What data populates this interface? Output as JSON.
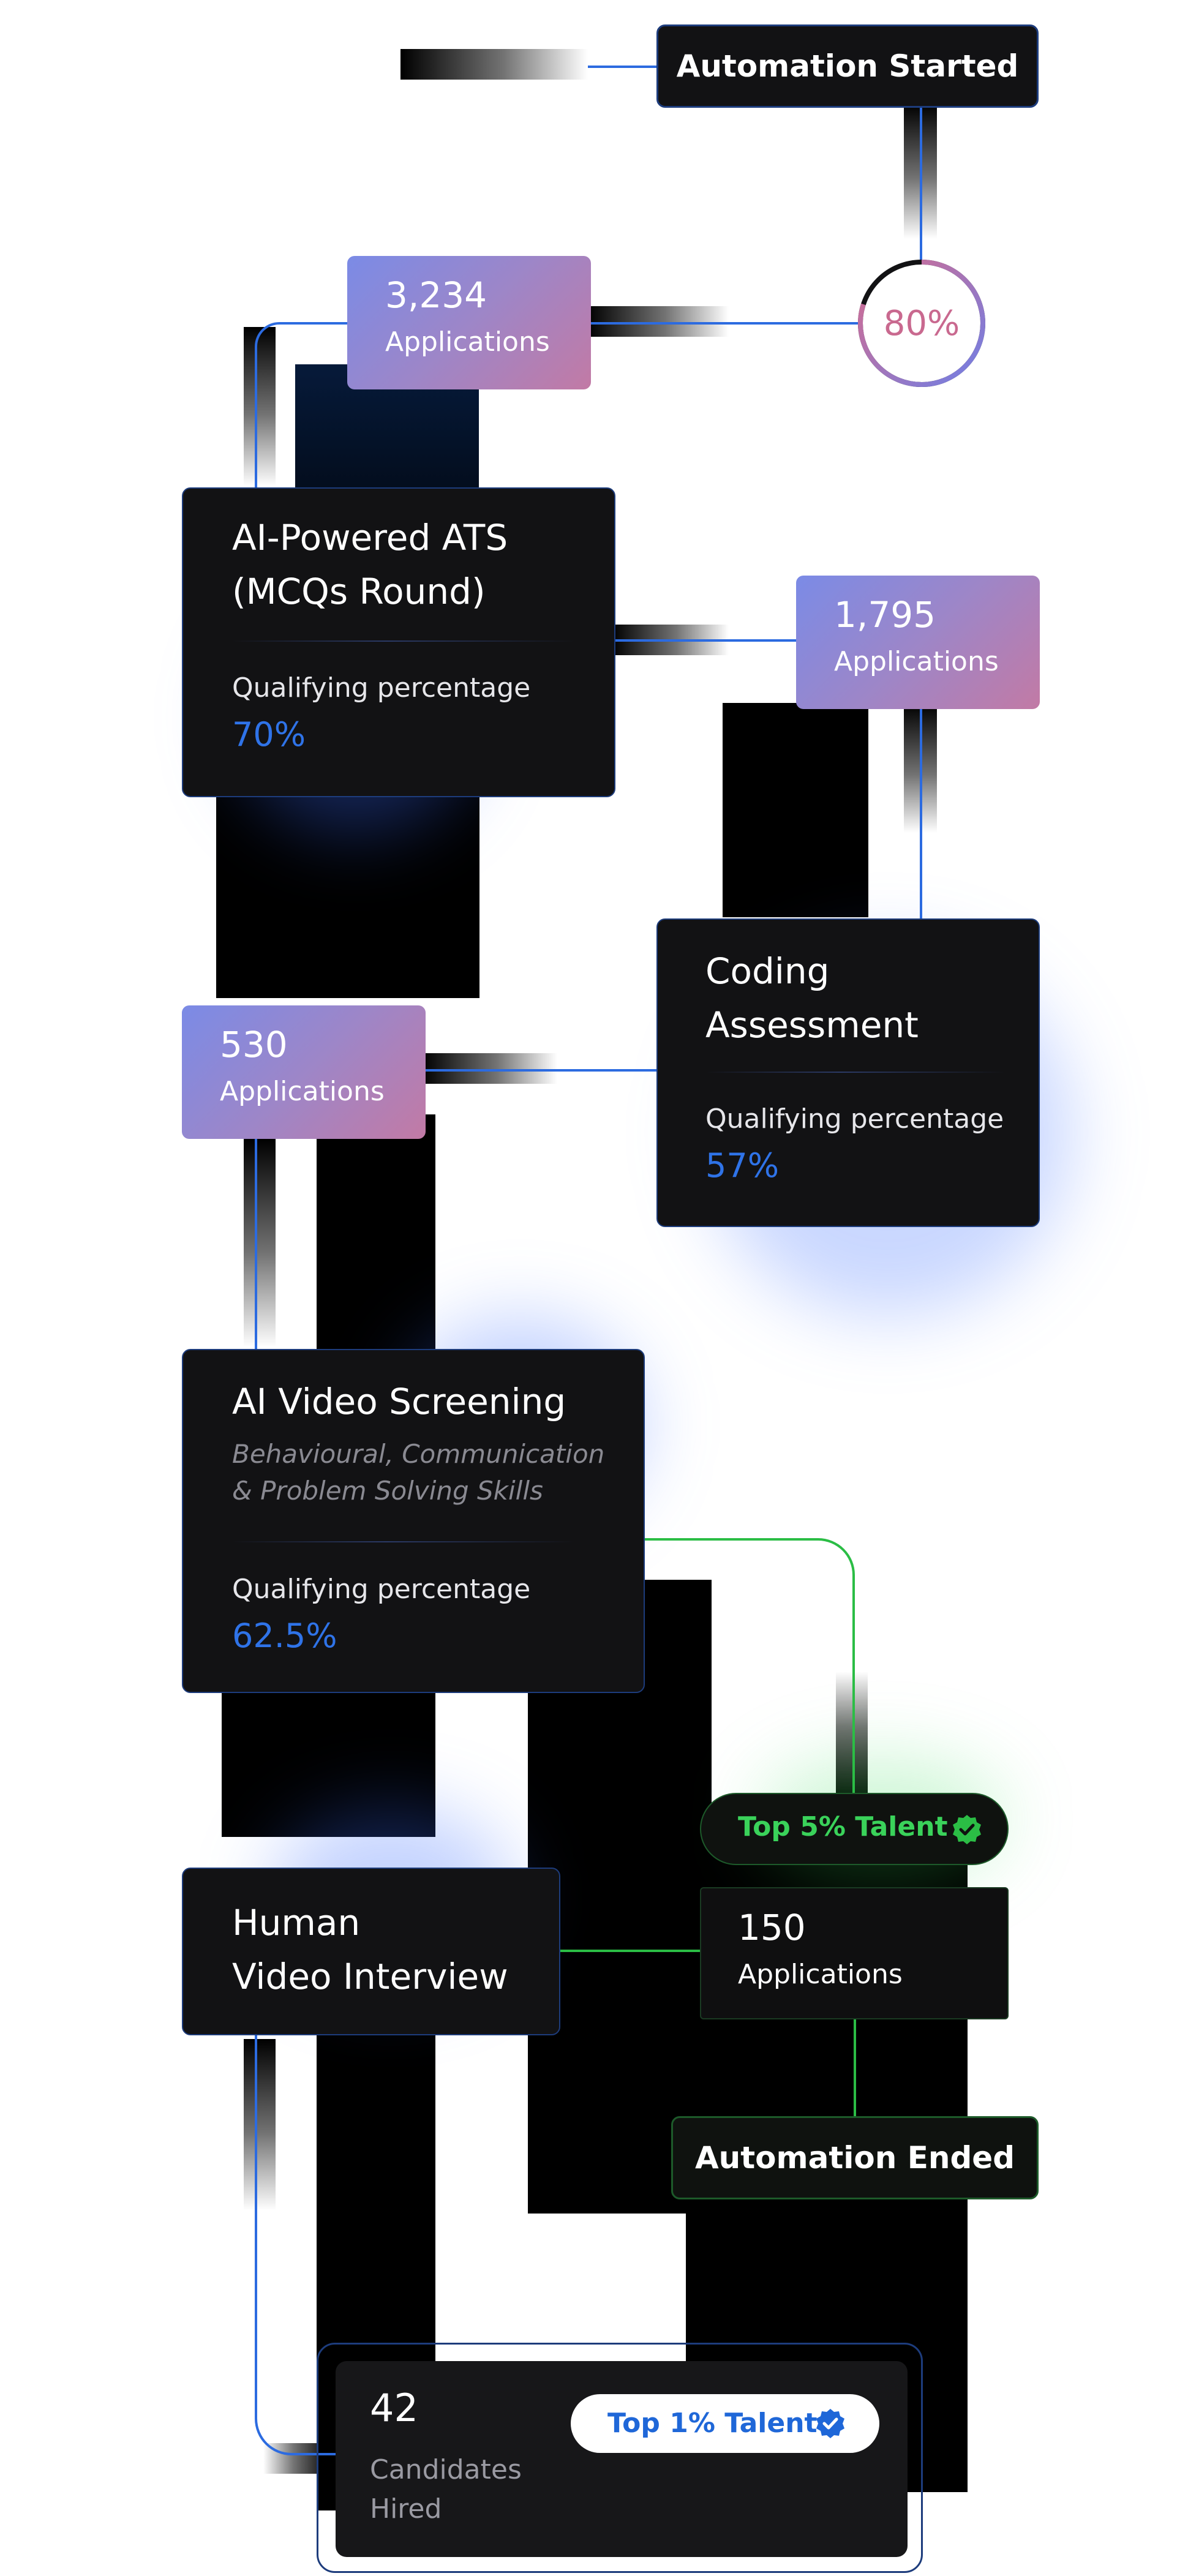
{
  "automation_started": "Automation Started",
  "progress": {
    "label": "80%",
    "value": 0.8
  },
  "colors": {
    "card_bg": "#121214",
    "accent_blue": "#2f73e8",
    "accent_green": "#2bbd45",
    "accent_pink": "#c9698f"
  },
  "app_counts": [
    {
      "number": "3,234",
      "label": "Applications"
    },
    {
      "number": "1,795",
      "label": "Applications"
    },
    {
      "number": "530",
      "label": "Applications"
    },
    {
      "number": "150",
      "label": "Applications"
    }
  ],
  "stages": {
    "ats": {
      "title": "AI-Powered ATS\n(MCQs Round)",
      "qual_label": "Qualifying percentage",
      "qual_value": "70%"
    },
    "coding": {
      "title": "Coding\nAssessment",
      "qual_label": "Qualifying percentage",
      "qual_value": "57%"
    },
    "video": {
      "title": "AI Video Screening",
      "subtitle": "Behavioural, Communication\n& Problem Solving Skills",
      "qual_label": "Qualifying percentage",
      "qual_value": "62.5%"
    },
    "human": {
      "title": "Human\nVideo Interview"
    }
  },
  "top5": {
    "label": "Top 5% Talent",
    "icon": "check-badge-icon"
  },
  "automation_ended": "Automation Ended",
  "hired": {
    "number": "42",
    "label": "Candidates\nHired",
    "badge": "Top 1% Talent",
    "icon": "check-badge-icon"
  }
}
